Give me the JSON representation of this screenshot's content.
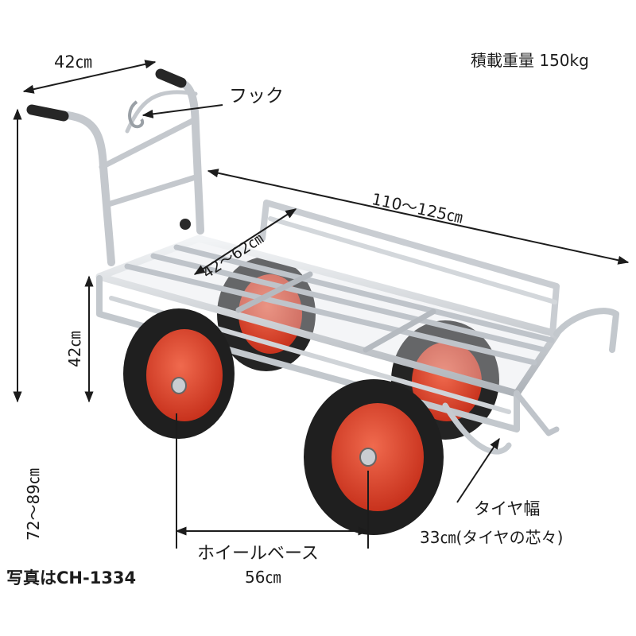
{
  "labels": {
    "load_capacity": "積載重量 150kg",
    "hook": "フック",
    "handle_width": "42㎝",
    "height_range": "72～89㎝",
    "bed_height": "42㎝",
    "bed_length": "110～125㎝",
    "bed_width": "42～62㎝",
    "tire_width_title": "タイヤ幅",
    "tire_width_value": "33㎝(タイヤの芯々)",
    "wheelbase_title": "ホイールベース",
    "wheelbase_value": "56㎝",
    "photo_note": "写真はCH-1334"
  },
  "colors": {
    "background": "#ffffff",
    "frame": "#c9cdd2",
    "tire": "#222222",
    "rim": "#d9432b",
    "handle_grip": "#2a2a2a"
  }
}
